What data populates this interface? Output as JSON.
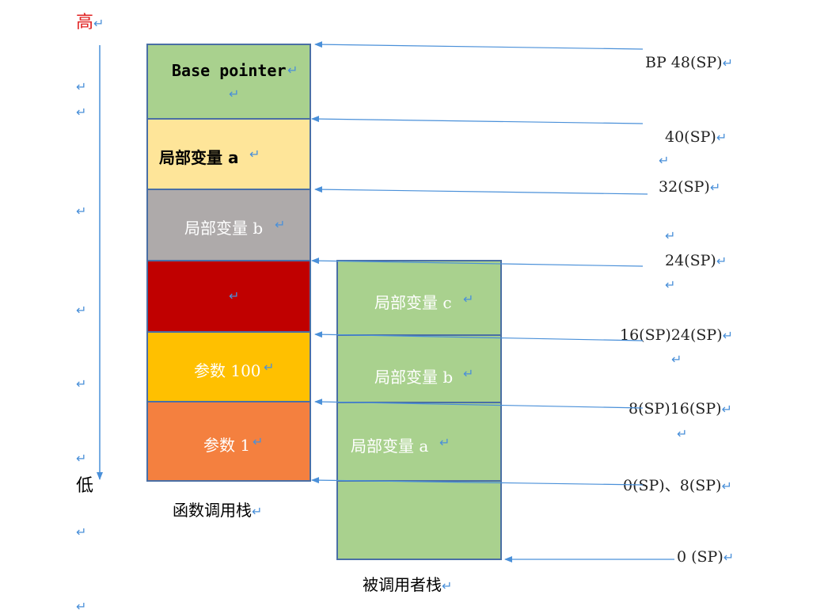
{
  "left_axis": {
    "high": "高",
    "low": "低"
  },
  "return_mark": "↵",
  "caller_stack": {
    "title": "函数调用栈",
    "cells": [
      {
        "label": "Base pointer",
        "color": "#a9d18e"
      },
      {
        "label": "局部变量 a",
        "color": "#fee599"
      },
      {
        "label": "局部变量 b",
        "color": "#aeaaaa"
      },
      {
        "label": "",
        "color": "#c00000"
      },
      {
        "label": "参数 100",
        "color": "#ffc000"
      },
      {
        "label": "参数 1",
        "color": "#f4803f"
      }
    ]
  },
  "callee_stack": {
    "title": "被调用者栈",
    "cells": [
      {
        "label": "局部变量 c",
        "color": "#a9d18e"
      },
      {
        "label": "局部变量 b",
        "color": "#a9d18e"
      },
      {
        "label": "局部变量 a",
        "color": "#a9d18e"
      },
      {
        "label": "",
        "color": "#a9d18e"
      }
    ]
  },
  "offsets": [
    "BP 48(SP)",
    "40(SP)",
    "32(SP)",
    "24(SP)",
    "16(SP)24(SP)",
    "8(SP)16(SP)",
    "0(SP)、8(SP)",
    "0 (SP)"
  ],
  "colors": {
    "border": "#4a6fa5",
    "arrow": "#4a90d9",
    "high_text": "#e02020"
  }
}
